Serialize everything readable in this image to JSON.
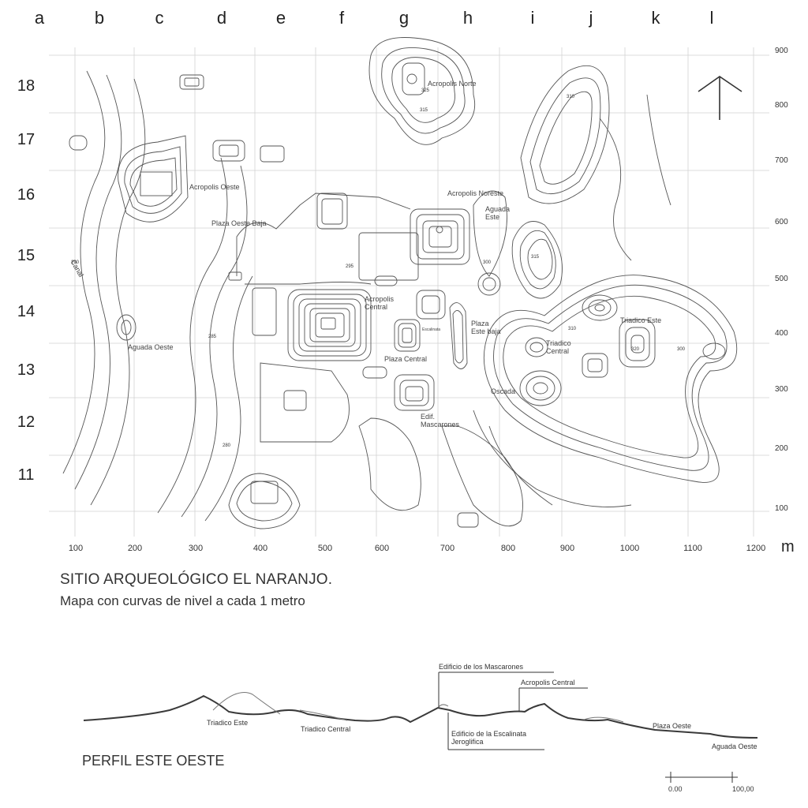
{
  "map": {
    "column_letters": [
      "a",
      "b",
      "c",
      "d",
      "e",
      "f",
      "g",
      "h",
      "i",
      "j",
      "k",
      "l"
    ],
    "row_numbers": [
      "18",
      "17",
      "16",
      "15",
      "14",
      "13",
      "12",
      "11"
    ],
    "x_axis_ticks": [
      "100",
      "200",
      "300",
      "400",
      "500",
      "600",
      "700",
      "800",
      "900",
      "1000",
      "1100",
      "1200"
    ],
    "y_axis_ticks": [
      "900",
      "800",
      "700",
      "600",
      "500",
      "400",
      "300",
      "200",
      "100"
    ],
    "unit": "m",
    "title": "SITIO ARQUEOLÓGICO EL NARANJO.",
    "subtitle": "Mapa con curvas de nivel a cada 1 metro",
    "places": {
      "acropolis_norte": "Acropolis Norte",
      "acropolis_oeste": "Acropolis Oeste",
      "plaza_oeste_baja": "Plaza Oeste Baja",
      "acropolis_noreste": "Acropolis Noreste",
      "aguada_este": "Aguada Este",
      "canal": "Canal",
      "acropolis_central": "Acropolis Central",
      "plaza_este_baja": "Plaza Este baja",
      "triadico_central": "Triadico Central",
      "triadico_este": "Triadico Este",
      "aguada_oeste": "Aguada Oeste",
      "plaza_central": "Plaza Central",
      "escalinata": "Escalinata",
      "oscada": "Oscada",
      "edif_mascarones": "Edif. Mascarones"
    },
    "contour_labels": [
      "325",
      "315",
      "315",
      "310",
      "290",
      "295",
      "285",
      "280",
      "300",
      "300",
      "310",
      "320"
    ]
  },
  "profile": {
    "title": "PERFIL ESTE OESTE",
    "labels": {
      "edificio_mascarones": "Edificio de los Mascarones",
      "acropolis_central": "Acropolis Central",
      "triadico_este": "Triadico Este",
      "triadico_central": "Triadico Central",
      "plaza_oeste": "Plaza Oeste",
      "aguada_oeste": "Aguada Oeste",
      "escalinata": "Edificio de la Escalinata Jeroglifica"
    },
    "scale": {
      "start": "0.00",
      "end": "100,00"
    }
  },
  "colors": {
    "line": "#4a4a4a",
    "grid": "#cfcfcf",
    "text": "#333333"
  },
  "icons": {
    "north_arrow": "north-arrow-icon"
  }
}
